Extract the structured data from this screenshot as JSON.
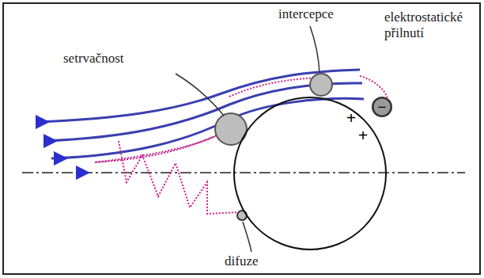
{
  "diagram": {
    "nodes": [
      {
        "text": [
          "+",
          "+"
        ]
      },
      {
        "text": [
          "−"
        ]
      }
    ],
    "labels": [
      "intercepce",
      "elektrostatické přilnutí",
      "setrvačnost",
      "difuze"
    ]
  }
}
